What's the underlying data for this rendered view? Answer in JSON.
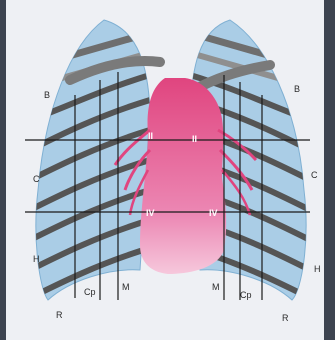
{
  "colors": {
    "background": "#3d4450",
    "panel": "#eef0f4",
    "lung": "#aacde6",
    "vessels": "#e0457f",
    "ribs": "#8f8f8f"
  },
  "labels": {
    "b_left": "B",
    "b_right": "B",
    "ii_left": "II",
    "ii_right": "II",
    "c_left": "C",
    "c_right": "C",
    "iv_left": "IV",
    "iv_right": "IV",
    "h_left": "H",
    "h_right": "H",
    "cp_left": "Cp",
    "cp_right": "Cp",
    "m_left": "M",
    "m_right": "M",
    "r_left": "R",
    "r_right": "R"
  }
}
